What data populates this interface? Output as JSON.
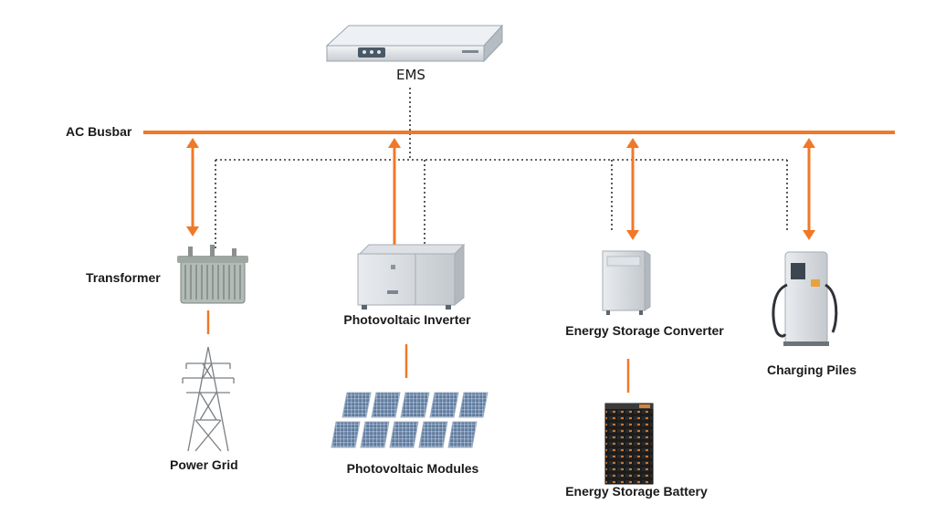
{
  "labels": {
    "ems": "EMS",
    "ac_busbar": "AC Busbar",
    "transformer": "Transformer",
    "power_grid": "Power Grid",
    "pv_inverter": "Photovoltaic Inverter",
    "pv_modules": "Photovoltaic Modules",
    "es_converter": "Energy Storage Converter",
    "es_battery": "Energy Storage Battery",
    "charging_piles": "Charging Piles"
  },
  "colors": {
    "busbar": "#f07828",
    "comm_line": "#333333"
  }
}
